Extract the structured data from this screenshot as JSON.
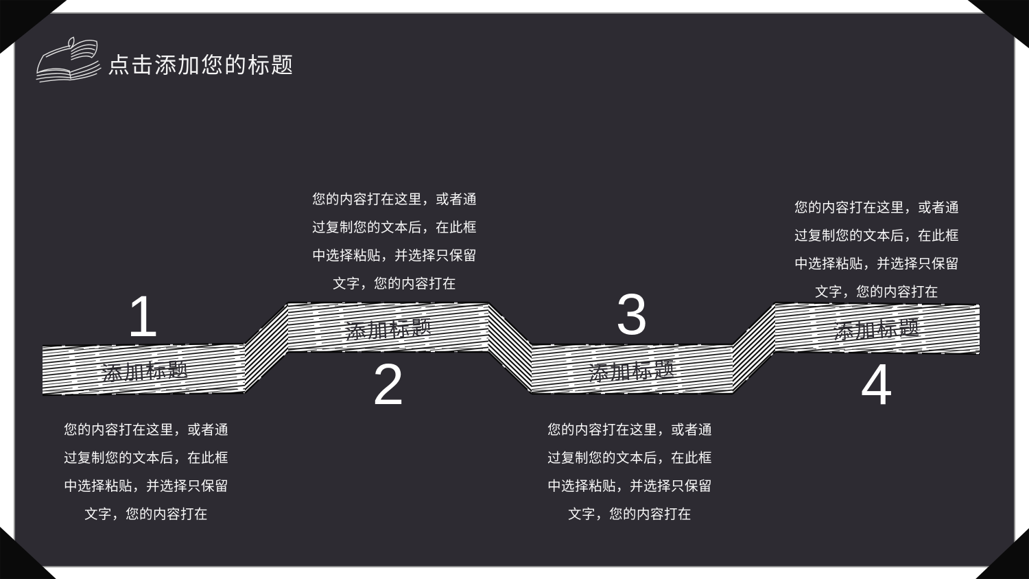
{
  "slide": {
    "title": "点击添加您的标题",
    "title_icon": "open-book-icon",
    "colors": {
      "slide_background": "#2d2b32",
      "page_background": "#ffffff",
      "slide_border": "#8f8f8f",
      "corner_mount": "#0a0a0a",
      "text": "#ffffff",
      "ribbon_fill": "#ffffff",
      "ribbon_ink": "#0b0b0b",
      "ribbon_label_text": "#2d2b32"
    },
    "body_lines": [
      "您的内容打在这里，或者通",
      "过复制您的文本后，在此框",
      "中选择粘贴，并选择只保留",
      "文字，您的内容打在"
    ],
    "steps": [
      {
        "number": "1",
        "label": "添加标题",
        "ribbon_position": "low",
        "text_position": "below"
      },
      {
        "number": "2",
        "label": "添加标题",
        "ribbon_position": "high",
        "text_position": "above"
      },
      {
        "number": "3",
        "label": "添加标题",
        "ribbon_position": "low",
        "text_position": "below"
      },
      {
        "number": "4",
        "label": "添加标题",
        "ribbon_position": "high",
        "text_position": "above"
      }
    ]
  }
}
